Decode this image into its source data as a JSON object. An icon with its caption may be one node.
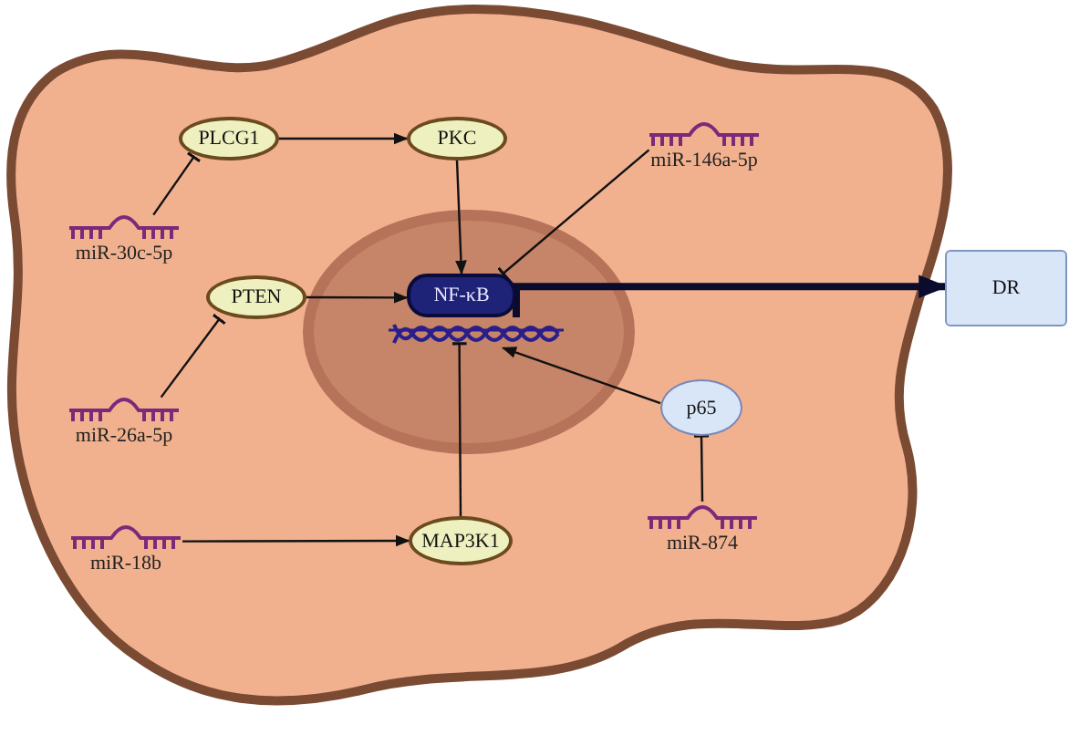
{
  "diagram": {
    "nodes": [
      {
        "text": [
          "PLCG1"
        ]
      },
      {
        "text": [
          "PKC"
        ]
      },
      {
        "text": [
          "PTEN"
        ]
      },
      {
        "text": [
          "NF-κB"
        ]
      },
      {
        "text": [
          "MAP3K1"
        ]
      },
      {
        "text": [
          "p65"
        ]
      },
      {
        "text": [
          "DR"
        ]
      },
      {
        "text": [
          "miR-30c-5p"
        ]
      },
      {
        "text": [
          "miR-146a-5p"
        ]
      },
      {
        "text": [
          "miR-26a-5p"
        ]
      },
      {
        "text": [
          "miR-18b"
        ]
      },
      {
        "text": [
          "miR-874"
        ]
      }
    ],
    "edges": [
      {
        "from": 0,
        "to": 1,
        "arrow": "to"
      },
      {
        "from": 1,
        "to": 3,
        "arrow": "to"
      },
      {
        "from": 2,
        "to": 3,
        "arrow": "to"
      },
      {
        "from": 7,
        "to": 0,
        "arrow": "other"
      },
      {
        "from": 8,
        "to": 3,
        "arrow": "other"
      },
      {
        "from": 9,
        "to": 2,
        "arrow": "other"
      },
      {
        "from": 10,
        "to": 4,
        "arrow": "to"
      },
      {
        "from": 4,
        "to": 3,
        "arrow": "other"
      },
      {
        "from": 5,
        "to": 3,
        "arrow": "to"
      },
      {
        "from": 11,
        "to": 5,
        "arrow": "other"
      },
      {
        "from": 3,
        "to": 6,
        "arrow": "to",
        "style": "thick",
        "color": "#0b0b2e"
      }
    ]
  }
}
